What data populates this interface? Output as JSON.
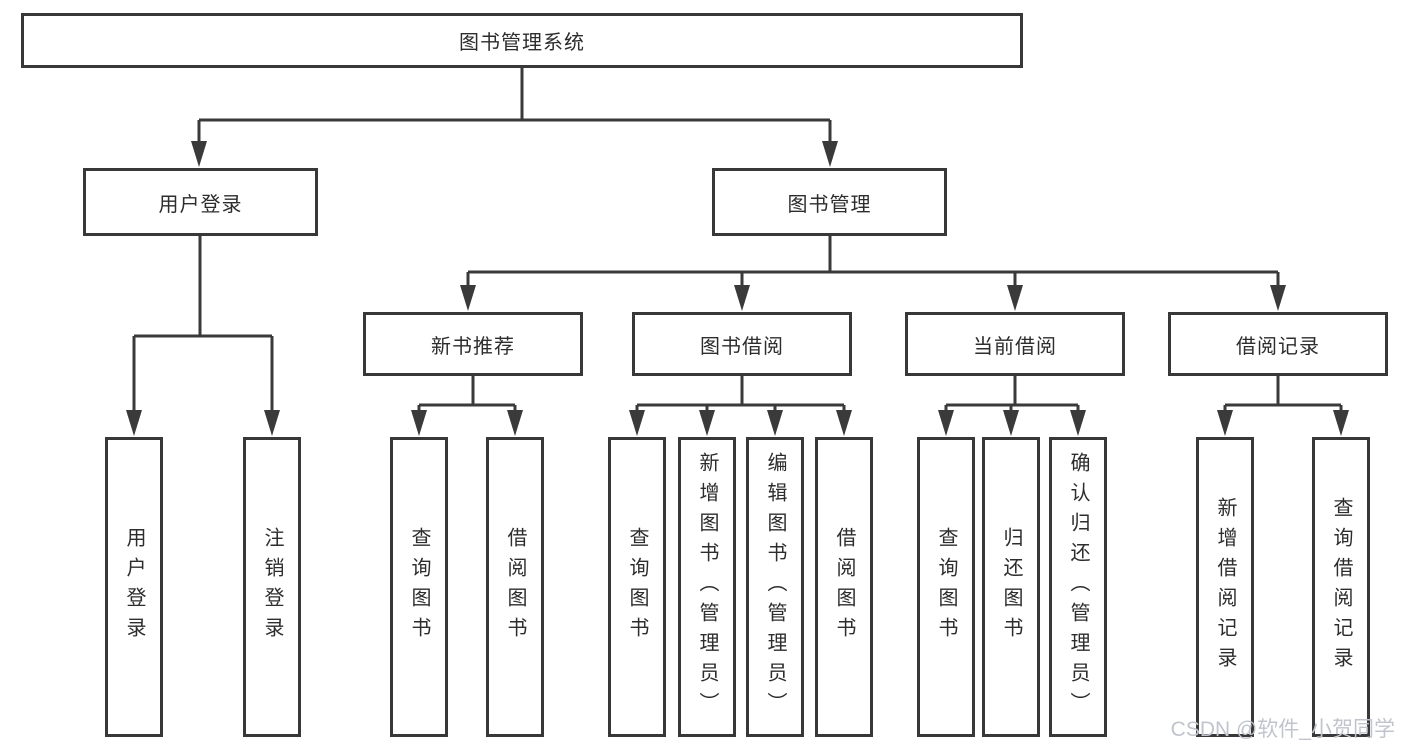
{
  "diagram": {
    "type": "hierarchy-flowchart",
    "colors": {
      "line": "#3a3a3a",
      "border": "#383838",
      "text": "#2d2d2d",
      "background": "#ffffff",
      "watermark": "#c0c4cc"
    },
    "nodes": {
      "root": {
        "label": "图书管理系统"
      },
      "level2": [
        {
          "label": "用户登录",
          "parent": "图书管理系统"
        },
        {
          "label": "图书管理",
          "parent": "图书管理系统"
        }
      ],
      "level3": [
        {
          "label": "新书推荐",
          "parent": "图书管理"
        },
        {
          "label": "图书借阅",
          "parent": "图书管理"
        },
        {
          "label": "当前借阅",
          "parent": "图书管理"
        },
        {
          "label": "借阅记录",
          "parent": "图书管理"
        }
      ],
      "leaves": [
        {
          "label": "用户登录",
          "parent": "用户登录"
        },
        {
          "label": "注销登录",
          "parent": "用户登录"
        },
        {
          "label": "查询图书",
          "parent": "新书推荐"
        },
        {
          "label": "借阅图书",
          "parent": "新书推荐"
        },
        {
          "label": "查询图书",
          "parent": "图书借阅"
        },
        {
          "label": "新增图书（管理员）",
          "parent": "图书借阅"
        },
        {
          "label": "编辑图书（管理员）",
          "parent": "图书借阅"
        },
        {
          "label": "借阅图书",
          "parent": "图书借阅"
        },
        {
          "label": "查询图书",
          "parent": "当前借阅"
        },
        {
          "label": "归还图书",
          "parent": "当前借阅"
        },
        {
          "label": "确认归还（管理员）",
          "parent": "当前借阅"
        },
        {
          "label": "新增借阅记录",
          "parent": "借阅记录"
        },
        {
          "label": "查询借阅记录",
          "parent": "借阅记录"
        }
      ]
    },
    "watermark": {
      "text": "CSDN @软件_小贺同学"
    }
  }
}
